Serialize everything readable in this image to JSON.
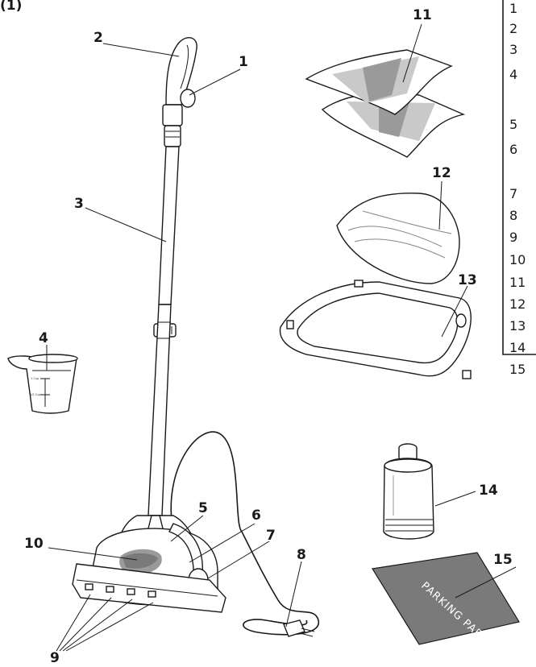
{
  "figure_marker": "(1)",
  "callouts": [
    "1",
    "2",
    "3",
    "4",
    "5",
    "6",
    "7",
    "8",
    "9",
    "10",
    "11",
    "12",
    "13",
    "14",
    "15"
  ],
  "legend_index": [
    "1",
    "2",
    "3",
    "4",
    "5",
    "6",
    "7",
    "8",
    "9",
    "10",
    "11",
    "12",
    "13",
    "14",
    "15"
  ],
  "parking_pad_text": "PARKING PAD",
  "measuring_cup_text": [
    "1 Cup",
    "1/2 Cup"
  ]
}
